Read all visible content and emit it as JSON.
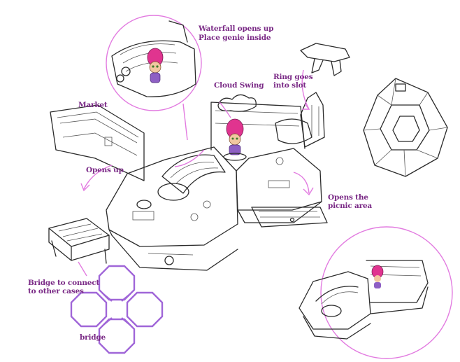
{
  "labels": {
    "waterfall": [
      "Waterfall opens up",
      "Place genie inside"
    ],
    "ring": [
      "Ring goes",
      "into slot"
    ],
    "cloud_swing": "Cloud Swing",
    "market": "Market",
    "opens_up": "Opens up",
    "picnic": [
      "Opens the",
      "picnic area"
    ],
    "bridge_connect": [
      "Bridge to connect",
      "to other cases"
    ],
    "bridge": "bridge"
  },
  "colors": {
    "callout_circle": "#e27be0",
    "label_text": "#7a2a86",
    "bridge_outline": "#a066d8",
    "genie_hair": "#e0348f",
    "genie_outfit": "#8e5fc4",
    "line_art": "#2b2b2b"
  }
}
